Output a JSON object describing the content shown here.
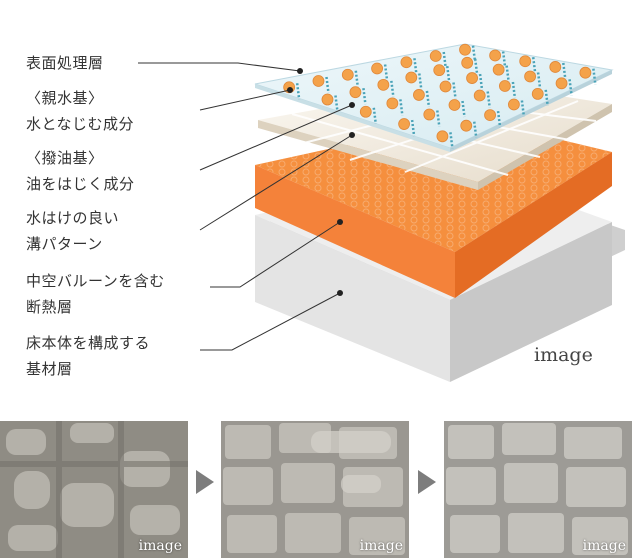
{
  "labels": [
    {
      "id": "surface",
      "lines": [
        "表面処理層"
      ]
    },
    {
      "id": "hydrophilic",
      "lines": [
        "〈親水基〉",
        "水となじむ成分"
      ]
    },
    {
      "id": "oil-repellent",
      "lines": [
        "〈撥油基〉",
        "油をはじく成分"
      ]
    },
    {
      "id": "groove",
      "lines": [
        "水はけの良い",
        "溝パターン"
      ]
    },
    {
      "id": "balloon",
      "lines": [
        "中空バルーンを含む",
        "断熱層"
      ]
    },
    {
      "id": "base",
      "lines": [
        "床本体を構成する",
        "基材層"
      ]
    }
  ],
  "image_tag": "image",
  "photos": [
    {
      "tag": "image",
      "stage": "wet"
    },
    {
      "tag": "image",
      "stage": "draining"
    },
    {
      "tag": "image",
      "stage": "dry"
    }
  ],
  "colors": {
    "orange": "#f08a3c",
    "orange_dark": "#e06a22",
    "cream": "#f3ece0",
    "base_top": "#e6e6e6",
    "base_side": "#c9c9c9",
    "dot_orange": "#f4a24a",
    "dot_teal": "#4aa3b8"
  }
}
